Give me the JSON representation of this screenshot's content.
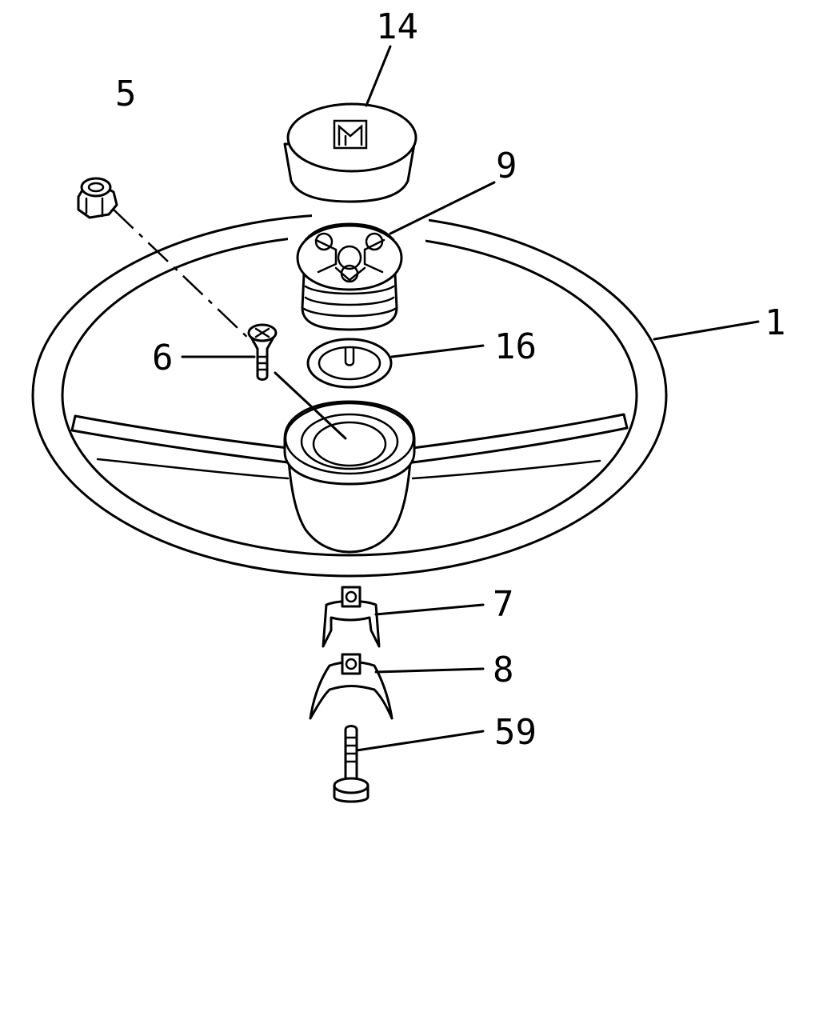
{
  "callouts": {
    "c14": "14",
    "c5": "5",
    "c9": "9",
    "c1": "1",
    "c6": "6",
    "c16": "16",
    "c7": "7",
    "c8": "8",
    "c59": "59"
  },
  "colors": {
    "line": "#000000",
    "background": "#ffffff"
  }
}
